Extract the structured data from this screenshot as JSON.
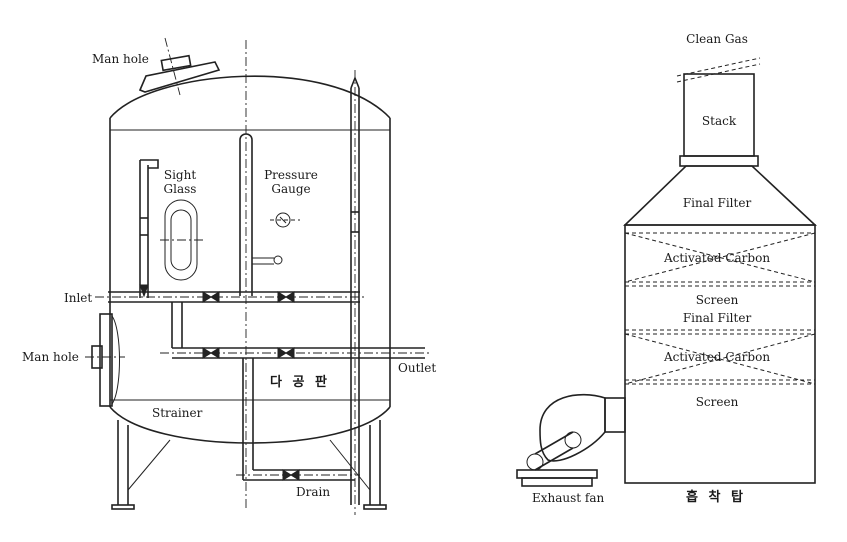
{
  "left_diagram": {
    "labels": {
      "manhole_top": "Man hole",
      "sight_glass_1": "Sight",
      "sight_glass_2": "Glass",
      "pressure_gauge_1": "Pressure",
      "pressure_gauge_2": "Gauge",
      "inlet": "Inlet",
      "manhole_side": "Man hole",
      "outlet": "Outlet",
      "perforated_plate": "다 공 판",
      "strainer": "Strainer",
      "drain": "Drain"
    }
  },
  "right_diagram": {
    "labels": {
      "clean_gas": "Clean Gas",
      "stack": "Stack",
      "final_filter_top": "Final Filter",
      "activated_carbon_1": "Activated Carbon",
      "screen_1": "Screen",
      "final_filter_mid": "Final Filter",
      "activated_carbon_2": "Activated Carbon",
      "screen_2": "Screen",
      "exhaust_fan": "Exhaust fan",
      "absorption_tower": "흡 착 탑"
    }
  }
}
